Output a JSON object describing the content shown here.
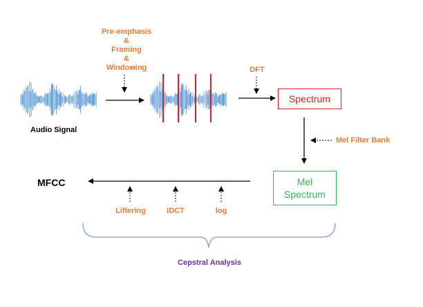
{
  "labels": {
    "preemphasis": "Pre-emphasis",
    "amp1": "&",
    "framing": "Framing",
    "amp2": "&",
    "windowing": "Windowing",
    "dft": "DFT",
    "audio_signal": "Audio Signal",
    "mel_filter_bank": "Mel Filter Bank",
    "mfcc": "MFCC",
    "liftering": "Liftering",
    "idct": "IDCT",
    "log": "log",
    "cepstral_analysis": "Cepstral Analysis"
  },
  "boxes": {
    "spectrum": "Spectrum",
    "mel_line1": "Mel",
    "mel_line2": "Spectrum"
  },
  "colors": {
    "orange": "#ed7d31",
    "red": "#e02020",
    "green": "#33b855",
    "purple": "#7030a0",
    "wave": "#4a8fd0",
    "brace": "#8fa9d6"
  }
}
